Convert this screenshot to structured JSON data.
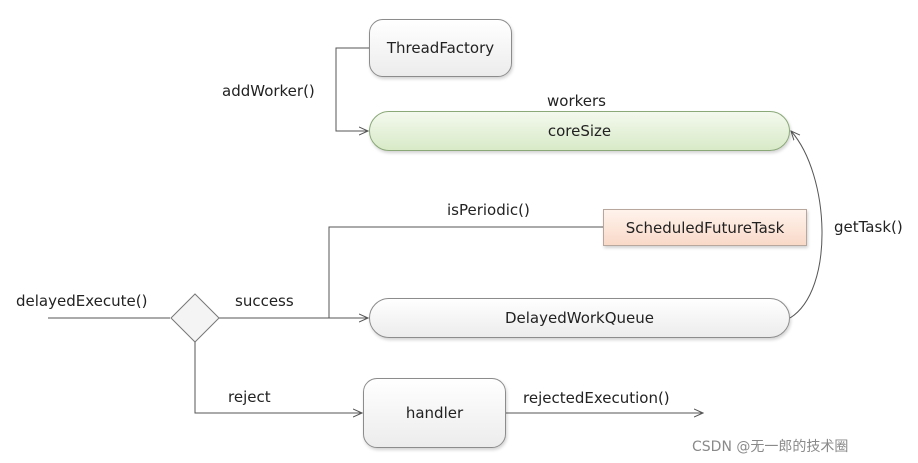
{
  "nodes": {
    "thread_factory": "ThreadFactory",
    "workers_label": "workers",
    "core_size": "coreSize",
    "scheduled_future_task": "ScheduledFutureTask",
    "delayed_work_queue": "DelayedWorkQueue",
    "handler": "handler"
  },
  "edges": {
    "add_worker": "addWorker()",
    "is_periodic": "isPeriodic()",
    "get_task": "getTask()",
    "delayed_execute": "delayedExecute()",
    "success": "success",
    "reject": "reject",
    "rejected_execution": "rejectedExecution()"
  },
  "watermark": "CSDN @无一郎的技术圈",
  "colors": {
    "line": "#555555",
    "core_fill": "#e2efd6",
    "task_fill": "#fbe2d5"
  }
}
